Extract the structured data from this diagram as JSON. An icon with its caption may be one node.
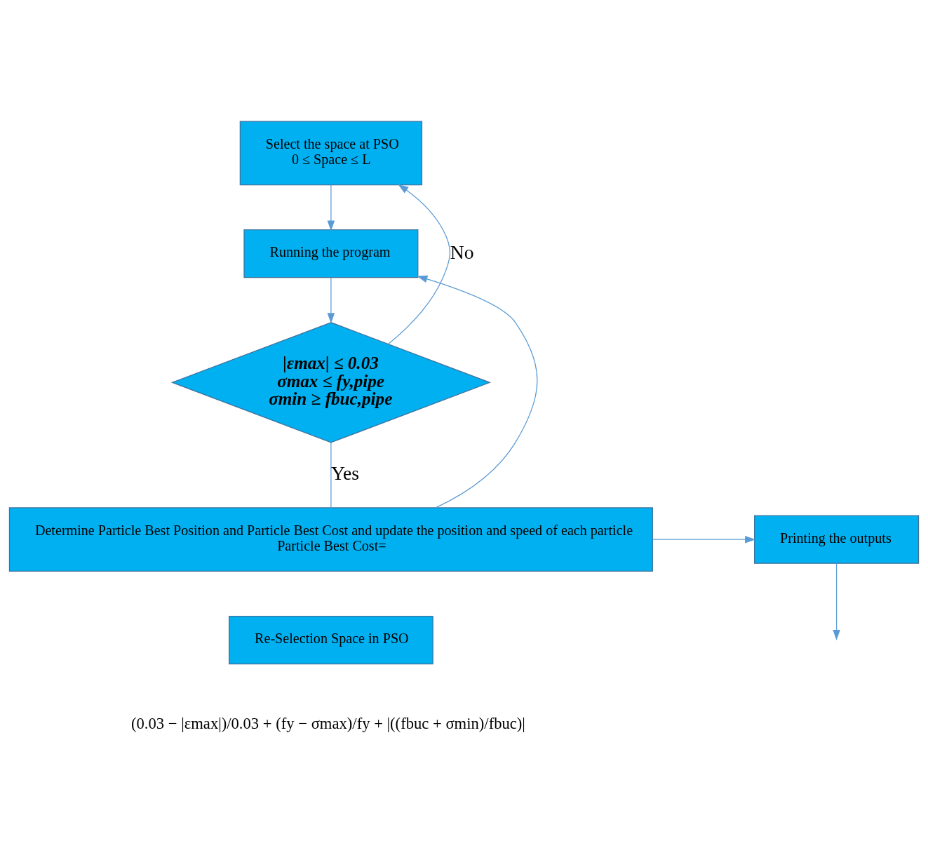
{
  "diagram": {
    "nodes": [
      {
        "text": [
          "Select the space at PSO",
          "0 ≤ Space ≤ L"
        ]
      },
      {
        "text": [
          "Running the program"
        ]
      },
      {
        "text": [
          "|εmax| ≤ 0.03",
          "σmax ≤ fy,pipe",
          "σmin ≥ fbuc,pipe"
        ]
      },
      {
        "text": [
          "Determine Particle Best Position and Particle Best Cost and update the position and speed of each particle",
          "Particle Best Cost="
        ]
      },
      {
        "text": [
          "Printing the outputs"
        ]
      },
      {
        "text": [
          "Re-Selection Space in PSO"
        ]
      }
    ],
    "edges": [
      {
        "from": 0,
        "to": 1,
        "arrow": "to"
      },
      {
        "from": 1,
        "to": 2,
        "arrow": "to"
      },
      {
        "from": 2,
        "to": 0,
        "arrow": "to",
        "label": "No"
      },
      {
        "from": 2,
        "to": 3,
        "arrow": "none",
        "label": "Yes"
      },
      {
        "from": 3,
        "to": 1,
        "arrow": "to"
      },
      {
        "from": 3,
        "to": 4,
        "arrow": "to"
      },
      {
        "from": 4,
        "to": null,
        "arrow": "to"
      }
    ],
    "labels": [
      "(0.03 − |εmax|)/0.03 + (fy − σmax)/fy + |((fbuc + σmin)/fbuc)|"
    ]
  }
}
